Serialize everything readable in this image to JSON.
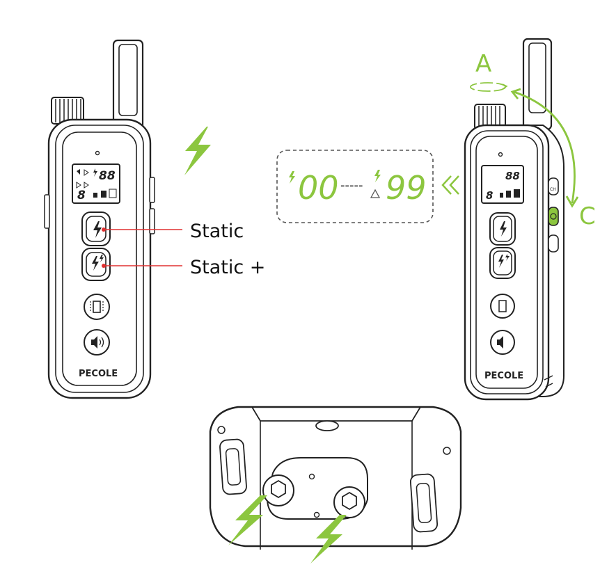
{
  "brand": "PECOLE",
  "labels": {
    "static": "Static",
    "static_plus": "Static +",
    "rotate_marker": "A",
    "press_marker": "C"
  },
  "lcd": {
    "level_min": "00",
    "level_max": "99",
    "small_level": "88",
    "channel": "8",
    "dots": "-----"
  },
  "side_buttons": {
    "channel_label": "CH"
  },
  "colors": {
    "accent_green": "#8cc63f",
    "lcd_green": "#8cc63f",
    "red_dot": "#e03030",
    "outline": "#222222"
  },
  "icons": [
    "lightning-icon",
    "double-lightning-icon",
    "vibration-icon",
    "beep-icon",
    "bolt-decor-icon",
    "rotate-arrow-icon",
    "chevron-left-icon"
  ]
}
